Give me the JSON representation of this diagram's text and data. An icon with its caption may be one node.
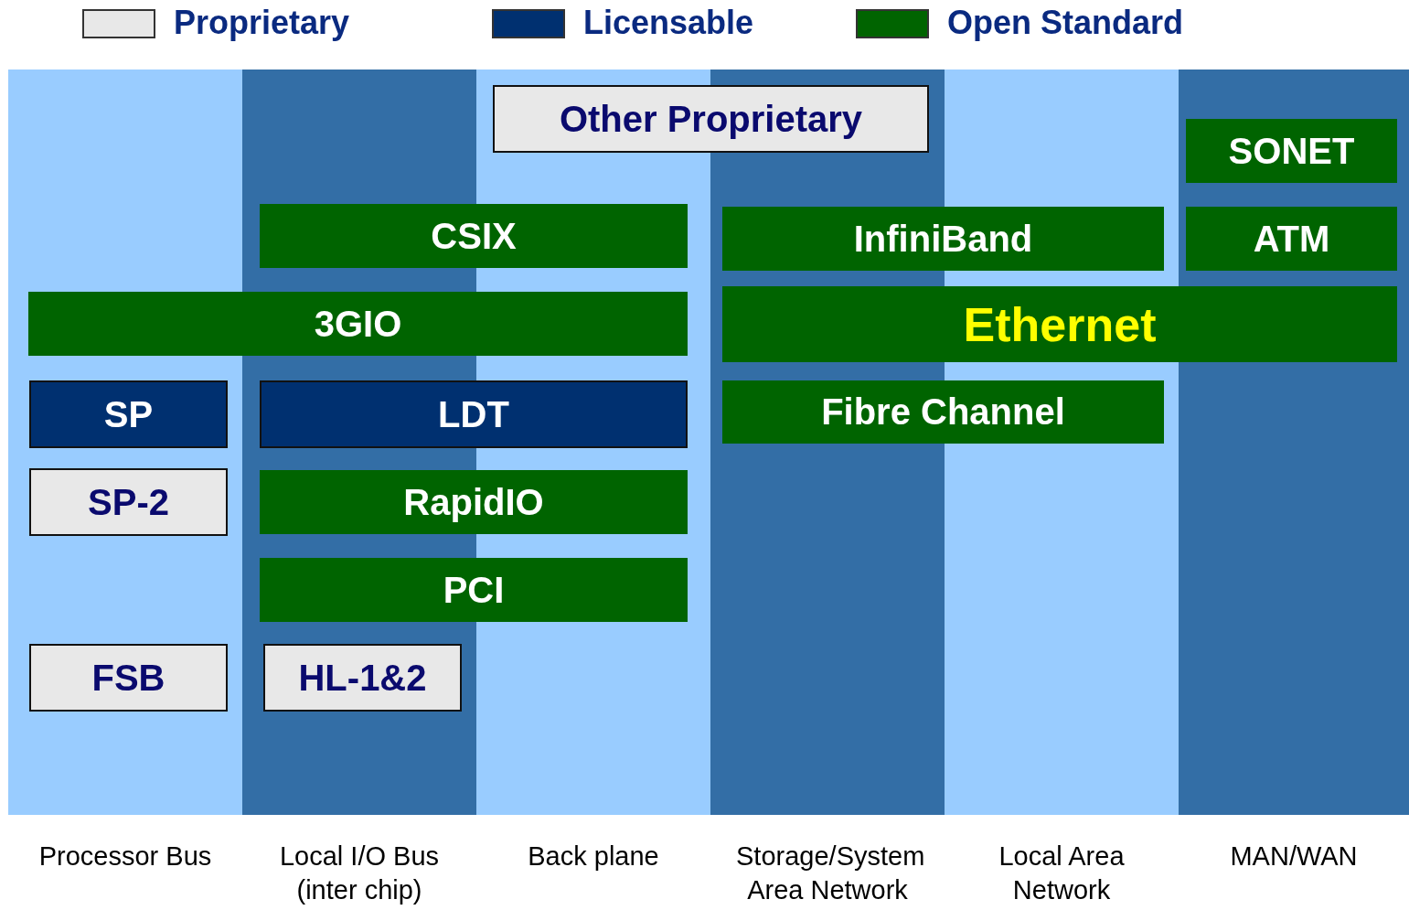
{
  "diagram": {
    "nodes": [
      {
        "text": [
          "Processor Bus"
        ]
      },
      {
        "text": [
          "Local I/O Bus (inter chip)"
        ]
      },
      {
        "text": [
          "Back plane"
        ]
      },
      {
        "text": [
          "Storage/System Area Network"
        ]
      },
      {
        "text": [
          "Local Area Network"
        ]
      },
      {
        "text": [
          "MAN/WAN"
        ]
      },
      {
        "text": [
          "Other Proprietary"
        ]
      },
      {
        "text": [
          "SONET"
        ],
        "in": 5
      },
      {
        "text": [
          "CSIX"
        ]
      },
      {
        "text": [
          "InfiniBand"
        ]
      },
      {
        "text": [
          "ATM"
        ],
        "in": 5
      },
      {
        "text": [
          "3GIO"
        ]
      },
      {
        "text": [
          "Ethernet"
        ]
      },
      {
        "text": [
          "SP"
        ],
        "in": 0
      },
      {
        "text": [
          "LDT"
        ]
      },
      {
        "text": [
          "Fibre Channel"
        ]
      },
      {
        "text": [
          "SP-2"
        ],
        "in": 0
      },
      {
        "text": [
          "RapidIO"
        ]
      },
      {
        "text": [
          "PCI"
        ]
      },
      {
        "text": [
          "FSB"
        ],
        "in": 0
      },
      {
        "text": [
          "HL-1&2"
        ],
        "in": 1
      }
    ],
    "edges": [],
    "legend": [
      {
        "text": "Proprietary",
        "color": "#e8e8e8"
      },
      {
        "text": "Licensable",
        "color": "#003070"
      },
      {
        "text": "Open Standard",
        "color": "#006400"
      }
    ]
  }
}
